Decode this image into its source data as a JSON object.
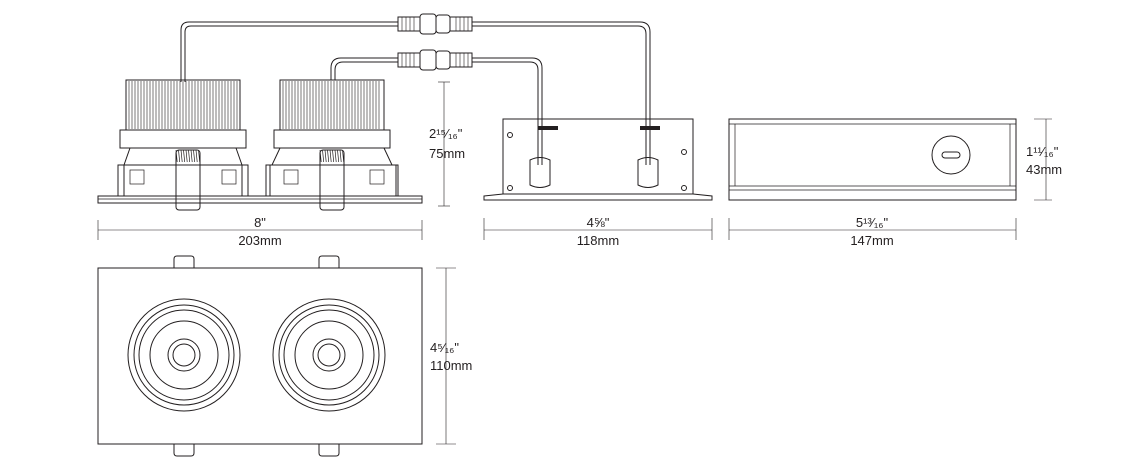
{
  "dimensions": {
    "front_width_in": "8\"",
    "front_width_mm": "203mm",
    "front_height_in": "2¹⁵⁄₁₆\"",
    "front_height_mm": "75mm",
    "driver_front_width_in": "4⅝\"",
    "driver_front_width_mm": "118mm",
    "driver_side_width_in": "5¹³⁄₁₆\"",
    "driver_side_width_mm": "147mm",
    "driver_height_in": "1¹¹⁄₁₆\"",
    "driver_height_mm": "43mm",
    "top_depth_in": "4⁵⁄₁₆\"",
    "top_depth_mm": "110mm"
  }
}
